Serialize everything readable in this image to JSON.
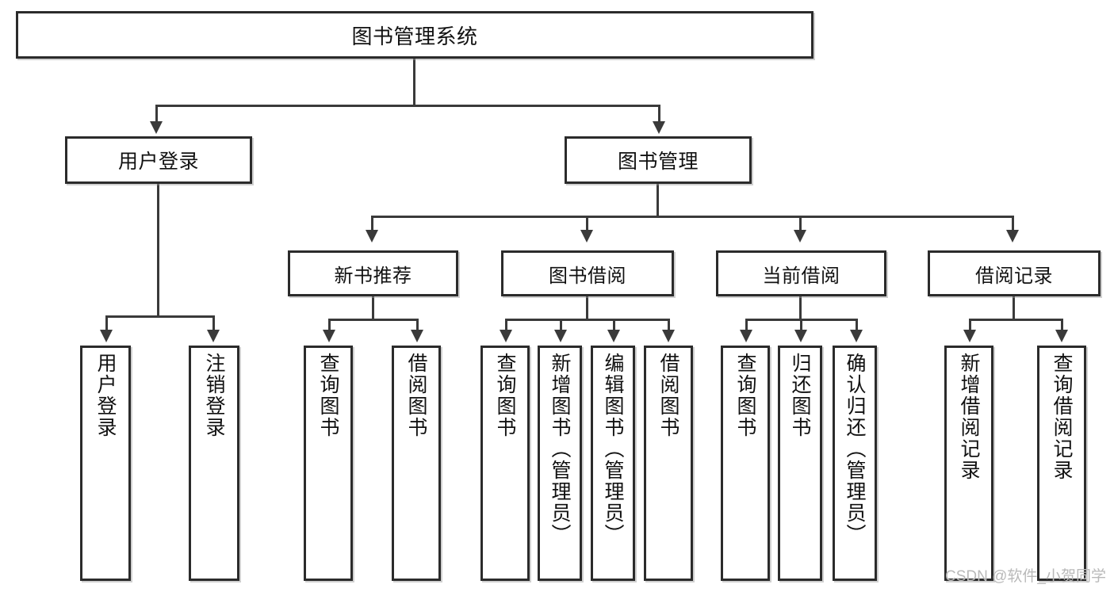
{
  "diagram": {
    "title": "图书管理系统",
    "type": "hierarchy-tree",
    "style": {
      "background": "#ffffff",
      "box_border": "#2b2b2b",
      "line": "#3a3a3a",
      "text": "#111111",
      "watermark": "#b9b9b9"
    },
    "levels": {
      "root": {
        "label": "图书管理系统"
      },
      "level2": [
        {
          "id": "user-login",
          "label": "用户登录"
        },
        {
          "id": "book-management",
          "label": "图书管理"
        }
      ],
      "level3": [
        {
          "id": "new-book-recommend",
          "label": "新书推荐",
          "parent": "book-management"
        },
        {
          "id": "book-borrow",
          "label": "图书借阅",
          "parent": "book-management"
        },
        {
          "id": "current-borrow",
          "label": "当前借阅",
          "parent": "book-management"
        },
        {
          "id": "borrow-record",
          "label": "借阅记录",
          "parent": "book-management"
        }
      ],
      "leaves": [
        {
          "id": "leaf-user-login",
          "label": "用户登录",
          "parent": "user-login"
        },
        {
          "id": "leaf-user-logout",
          "label": "注销登录",
          "parent": "user-login"
        },
        {
          "id": "leaf-query-book-1",
          "label": "查询图书",
          "parent": "new-book-recommend"
        },
        {
          "id": "leaf-borrow-book-1",
          "label": "借阅图书",
          "parent": "new-book-recommend"
        },
        {
          "id": "leaf-query-book-2",
          "label": "查询图书",
          "parent": "book-borrow"
        },
        {
          "id": "leaf-add-book",
          "label": "新增图书（管理员）",
          "parent": "book-borrow"
        },
        {
          "id": "leaf-edit-book",
          "label": "编辑图书（管理员）",
          "parent": "book-borrow"
        },
        {
          "id": "leaf-borrow-book-2",
          "label": "借阅图书",
          "parent": "book-borrow"
        },
        {
          "id": "leaf-query-book-3",
          "label": "查询图书",
          "parent": "current-borrow"
        },
        {
          "id": "leaf-return-book",
          "label": "归还图书",
          "parent": "current-borrow"
        },
        {
          "id": "leaf-confirm-return",
          "label": "确认归还（管理员）",
          "parent": "current-borrow"
        },
        {
          "id": "leaf-add-record",
          "label": "新增借阅记录",
          "parent": "borrow-record"
        },
        {
          "id": "leaf-query-record",
          "label": "查询借阅记录",
          "parent": "borrow-record"
        }
      ]
    }
  },
  "watermark": {
    "text": "CSDN @软件_小贺同学"
  }
}
